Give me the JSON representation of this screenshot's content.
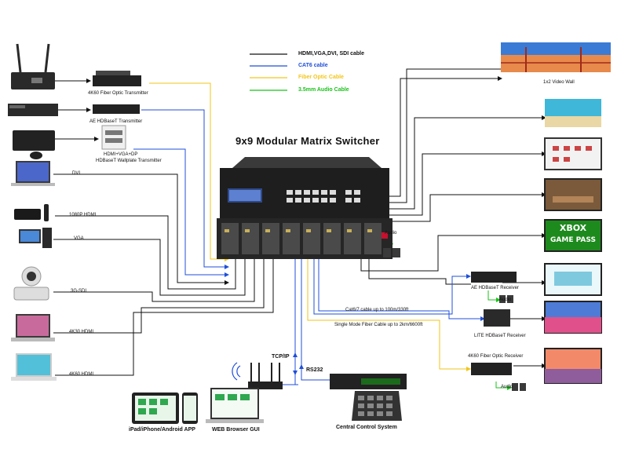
{
  "title": "9x9 Modular Matrix Switcher",
  "legend": [
    {
      "label": "HDMI,VGA,DVI, SDI cable",
      "color": "#111111"
    },
    {
      "label": "CAT6 cable",
      "color": "#1f4fd8"
    },
    {
      "label": "Fiber Optic Cable",
      "color": "#f2c619"
    },
    {
      "label": "3.5mm Audio Cable",
      "color": "#19c219"
    }
  ],
  "sources": [
    {
      "label": "4K60 Fiber Optic Transmitter"
    },
    {
      "label": "AE HDBaseT Transmitter"
    },
    {
      "label": "HDMI+VGA+DP",
      "sub": "HDBaseT Wallplate Transmitter"
    },
    {
      "label": "DVI"
    },
    {
      "label": "1080P HDMI"
    },
    {
      "label": "VGA"
    },
    {
      "label": "3G-SDI"
    },
    {
      "label": "4K30 HDMI"
    },
    {
      "label": "4K60 HDMI"
    }
  ],
  "outputs": {
    "video_wall": "1x2 Video Wall",
    "xbox_line1": "XBOX",
    "xbox_line2": "GAME PASS",
    "ae_receiver": "AE HDBaseT Receiver",
    "lite_receiver": "LITE HDBaseT Receiver",
    "fiber_receiver": "4K60 Fiber Optic Receiver",
    "audio_labels": [
      "Audio",
      "Audio",
      "Audio"
    ]
  },
  "cable_notes": {
    "cat6": "Cat6/7 cable up to 100m/330ft",
    "fiber": "Single Mode Fiber Cable up to 2km/6600ft"
  },
  "control": {
    "tcpip": "TCP/IP",
    "rs232": "RS232",
    "app": "iPad/iPhone/Android APP",
    "web": "WEB Browser GUI",
    "central": "Central Control System"
  },
  "colors": {
    "black": "#111111",
    "blue": "#1f4fd8",
    "yellow": "#f2c619",
    "green": "#19c219",
    "device": "#2a2a2a",
    "xbox": "#1d8a1d"
  }
}
